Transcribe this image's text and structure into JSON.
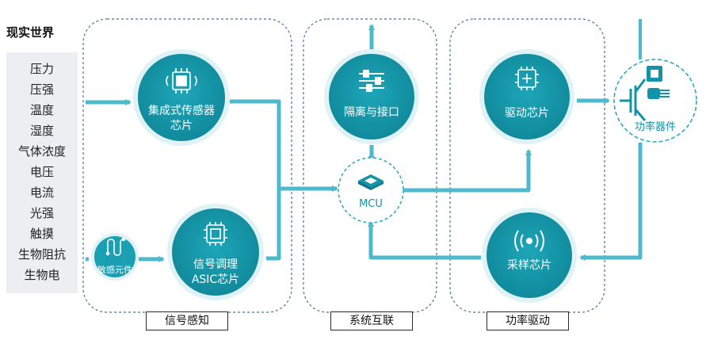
{
  "world": {
    "title": "现实世界",
    "items": [
      "压力",
      "压强",
      "温度",
      "湿度",
      "气体浓度",
      "电压",
      "电流",
      "光强",
      "触摸",
      "生物阻抗",
      "生物电"
    ]
  },
  "nodes": {
    "integrated_sensor": "集成式传感器芯片",
    "sensitive_element": "敏感元件",
    "signal_asic_line1": "信号调理",
    "signal_asic_line2": "ASIC芯片",
    "isolation_interface": "隔离与接口",
    "mcu": "MCU",
    "driver_chip": "驱动芯片",
    "sampling_chip": "采样芯片",
    "power_device": "功率器件"
  },
  "groups": {
    "signal_sensing": "信号感知",
    "system_interconnect": "系统互联",
    "power_drive": "功率驱动"
  },
  "colors": {
    "teal_dark": "#1293a7",
    "teal_light": "#5cc4d6",
    "arrow": "#4eb8cc",
    "dashed_border": "#4a6f9a",
    "world_bg": "#eceef2"
  }
}
